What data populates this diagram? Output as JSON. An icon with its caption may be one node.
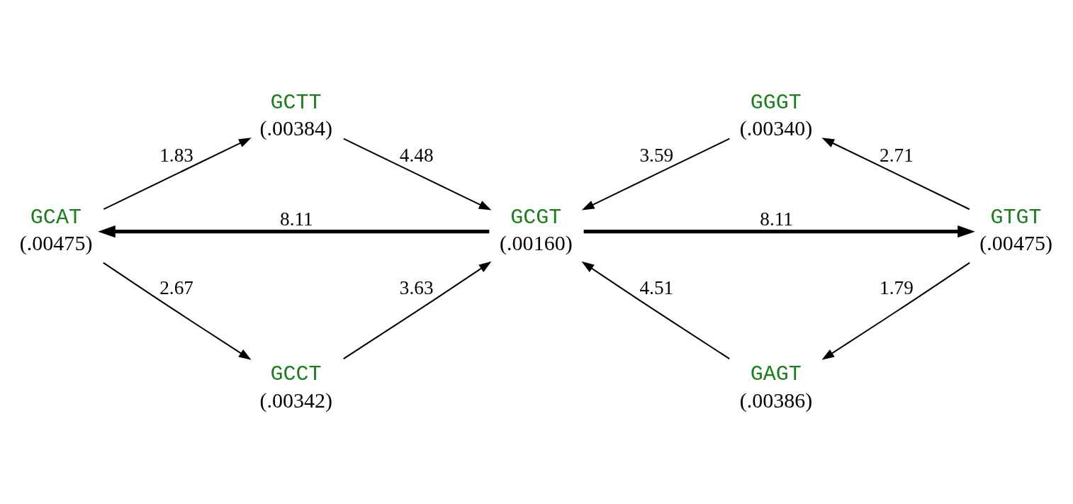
{
  "diagram": {
    "nodes": [
      {
        "text": [
          "GCTT",
          "(.00384)"
        ]
      },
      {
        "text": [
          "GGGT",
          "(.00340)"
        ]
      },
      {
        "text": [
          "GCAT",
          "(.00475)"
        ]
      },
      {
        "text": [
          "GCGT",
          "(.00160)"
        ]
      },
      {
        "text": [
          "GTGT",
          "(.00475)"
        ]
      },
      {
        "text": [
          "GCCT",
          "(.00342)"
        ]
      },
      {
        "text": [
          "GAGT",
          "(.00386)"
        ]
      }
    ],
    "edges": [
      {
        "from": 2,
        "to": 0,
        "arrow": "to",
        "label": "1.83"
      },
      {
        "from": 0,
        "to": 3,
        "arrow": "to",
        "label": "4.48"
      },
      {
        "from": 1,
        "to": 3,
        "arrow": "to",
        "label": "3.59"
      },
      {
        "from": 4,
        "to": 1,
        "arrow": "to",
        "label": "2.71"
      },
      {
        "from": 3,
        "to": 2,
        "arrow": "to",
        "label": "8.11",
        "style": "thick"
      },
      {
        "from": 3,
        "to": 4,
        "arrow": "to",
        "label": "8.11",
        "style": "thick"
      },
      {
        "from": 2,
        "to": 5,
        "arrow": "to",
        "label": "2.67"
      },
      {
        "from": 5,
        "to": 3,
        "arrow": "to",
        "label": "3.63"
      },
      {
        "from": 6,
        "to": 3,
        "arrow": "to",
        "label": "4.51"
      },
      {
        "from": 4,
        "to": 6,
        "arrow": "to",
        "label": "1.79"
      }
    ]
  }
}
